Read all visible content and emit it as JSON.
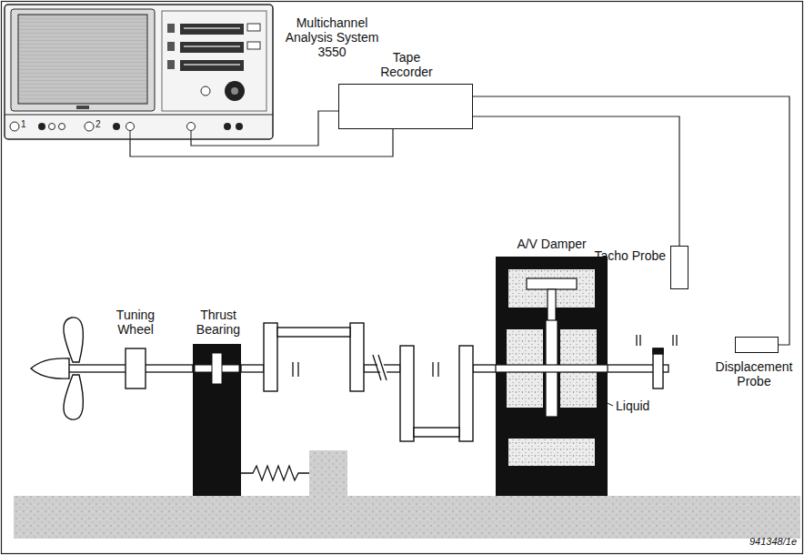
{
  "diagram": {
    "nodes": [
      {
        "text": [
          "Multichannel Analysis System 3550"
        ]
      },
      {
        "text": [
          "Tape Recorder"
        ]
      },
      {
        "text": [
          "Tacho Probe"
        ]
      },
      {
        "text": [
          "Displacement Probe"
        ]
      },
      {
        "text": [
          "A/V Damper"
        ]
      }
    ],
    "edges": [
      {
        "from": 0,
        "to": 1,
        "arrow": "none"
      },
      {
        "from": 0,
        "to": 1,
        "arrow": "none"
      },
      {
        "from": 1,
        "to": 2,
        "arrow": "none"
      },
      {
        "from": 1,
        "to": 3,
        "arrow": "none"
      }
    ],
    "labels": [
      "1",
      "2",
      "Tuning Wheel",
      "Thrust Bearing",
      "Liquid",
      "941348/1e"
    ]
  }
}
